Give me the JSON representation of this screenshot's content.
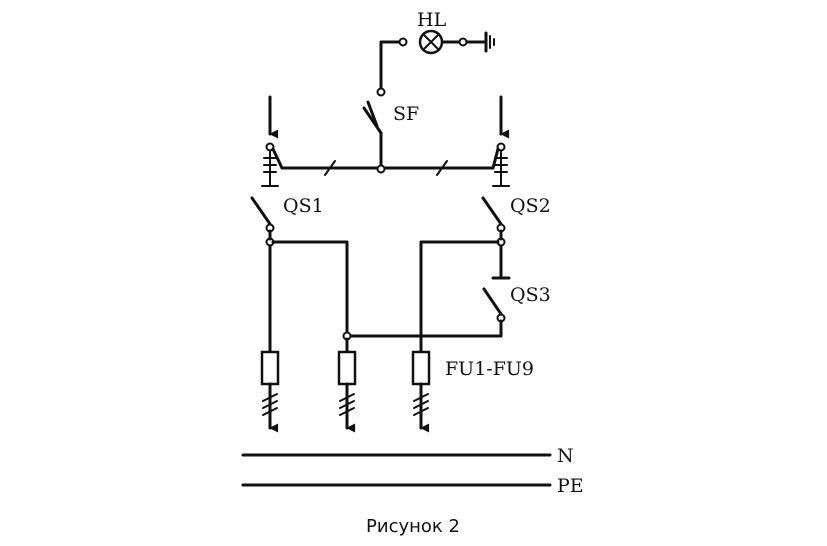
{
  "labels": {
    "hl": "HL",
    "sf": "SF",
    "qs1": "QS1",
    "qs2": "QS2",
    "qs3": "QS3",
    "fuses": "FU1-FU9",
    "n": "N",
    "pe": "PE"
  },
  "caption": "Рисунок 2"
}
